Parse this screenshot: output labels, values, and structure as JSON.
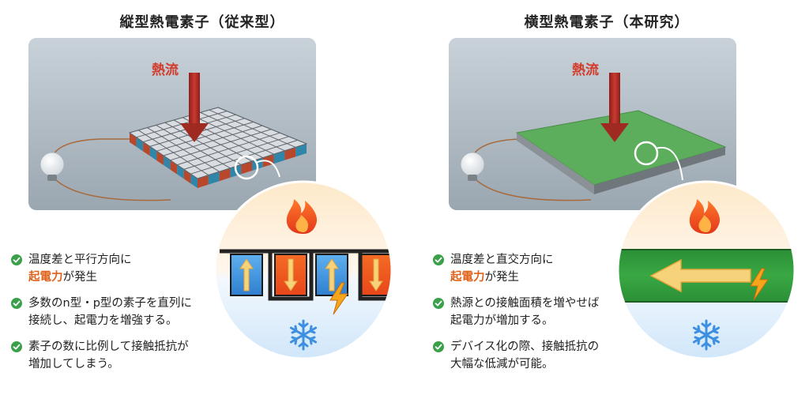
{
  "left": {
    "title": "縦型熱電素子（従来型）",
    "heat_label": "熱流",
    "bullets": [
      {
        "parts": [
          {
            "text": "温度差と平行方向に"
          },
          {
            "br": true
          },
          {
            "text": "起電力",
            "hl": true
          },
          {
            "text": "が発生"
          }
        ]
      },
      {
        "parts": [
          {
            "text": "多数のn型・p型の素子を直列に"
          },
          {
            "br": true
          },
          {
            "text": "接続し、起電力を増強する。"
          }
        ]
      },
      {
        "parts": [
          {
            "text": "素子の数に比例して接触抵抗が"
          },
          {
            "br": true
          },
          {
            "text": "増加してしまう。"
          }
        ]
      }
    ]
  },
  "right": {
    "title": "横型熱電素子（本研究）",
    "heat_label": "熱流",
    "bullets": [
      {
        "parts": [
          {
            "text": "温度差と直交方向に"
          },
          {
            "br": true
          },
          {
            "text": "起電力",
            "hl": true
          },
          {
            "text": "が発生"
          }
        ]
      },
      {
        "parts": [
          {
            "text": "熱源との接触面積を増やせば"
          },
          {
            "br": true
          },
          {
            "text": "起電力が増加する。"
          }
        ]
      },
      {
        "parts": [
          {
            "text": "デバイス化の際、接触抵抗の"
          },
          {
            "br": true
          },
          {
            "text": "大幅な低減が可能。"
          }
        ]
      }
    ]
  },
  "icons": [
    "flame-icon",
    "snowflake-icon",
    "lightning-icon",
    "check-icon",
    "light-bulb-icon",
    "heat-flow-arrow-icon"
  ],
  "colors": {
    "heat_text": "#d23a2a",
    "arrow": "#b8322a",
    "highlight": "#e0621a",
    "check": "#3aa04a",
    "p_type": "#f0581e",
    "n_type": "#3a8ed8",
    "lateral_film": "#2f9a3a",
    "zoom_top": "#fde9c9",
    "zoom_bottom": "#d6ebfb"
  }
}
